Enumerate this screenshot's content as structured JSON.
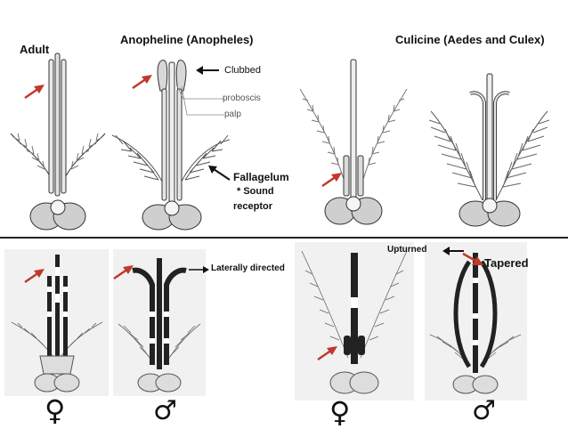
{
  "top": {
    "adult_label": "Adult",
    "anopheline_title": "Anopheline (Anopheles)",
    "culicine_title": "Culicine (Aedes and Culex)",
    "annotations": {
      "clubbed": "Clubbed",
      "proboscis": "proboscis",
      "palp": "palp",
      "fallagelum": "Fallagelum",
      "sound_note": "* Sound",
      "receptor": "receptor"
    }
  },
  "bottom": {
    "annotations": {
      "laterally_directed": "Laterally directed",
      "upturned": "Upturned",
      "tapered": "Tapered"
    },
    "symbols": {
      "female_1": "♀",
      "male_1": "♂",
      "female_2": "♀",
      "male_2": "♂"
    }
  },
  "colors": {
    "pointer_arrow": "#c0392b",
    "annotation_arrow": "#111111",
    "divider": "#222222",
    "panel_bg": "#f1f1f1",
    "ink": "#333333"
  }
}
